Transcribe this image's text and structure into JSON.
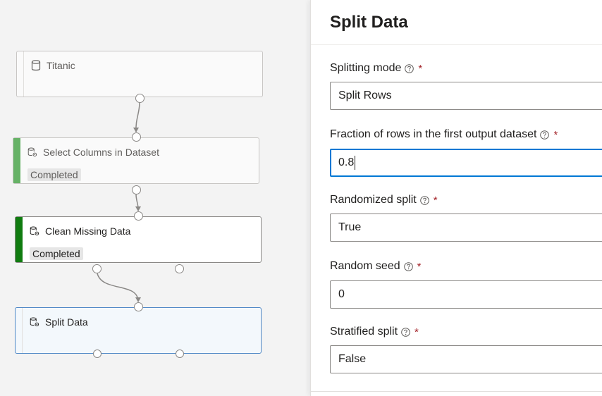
{
  "canvas": {
    "nodes": [
      {
        "title": "Titanic",
        "status": ""
      },
      {
        "title": "Select Columns in Dataset",
        "status": "Completed"
      },
      {
        "title": "Clean Missing Data",
        "status": "Completed"
      },
      {
        "title": "Split Data",
        "status": ""
      }
    ],
    "colors": {
      "completed_light": "#66b266",
      "completed_dark": "#107c10",
      "selected_border": "#4f88c6"
    }
  },
  "panel": {
    "title": "Split Data",
    "required_mark": "*",
    "fields": [
      {
        "label": "Splitting mode",
        "value": "Split Rows"
      },
      {
        "label": "Fraction of rows in the first output dataset",
        "value": "0.8"
      },
      {
        "label": "Randomized split",
        "value": "True"
      },
      {
        "label": "Random seed",
        "value": "0"
      },
      {
        "label": "Stratified split",
        "value": "False"
      }
    ]
  }
}
